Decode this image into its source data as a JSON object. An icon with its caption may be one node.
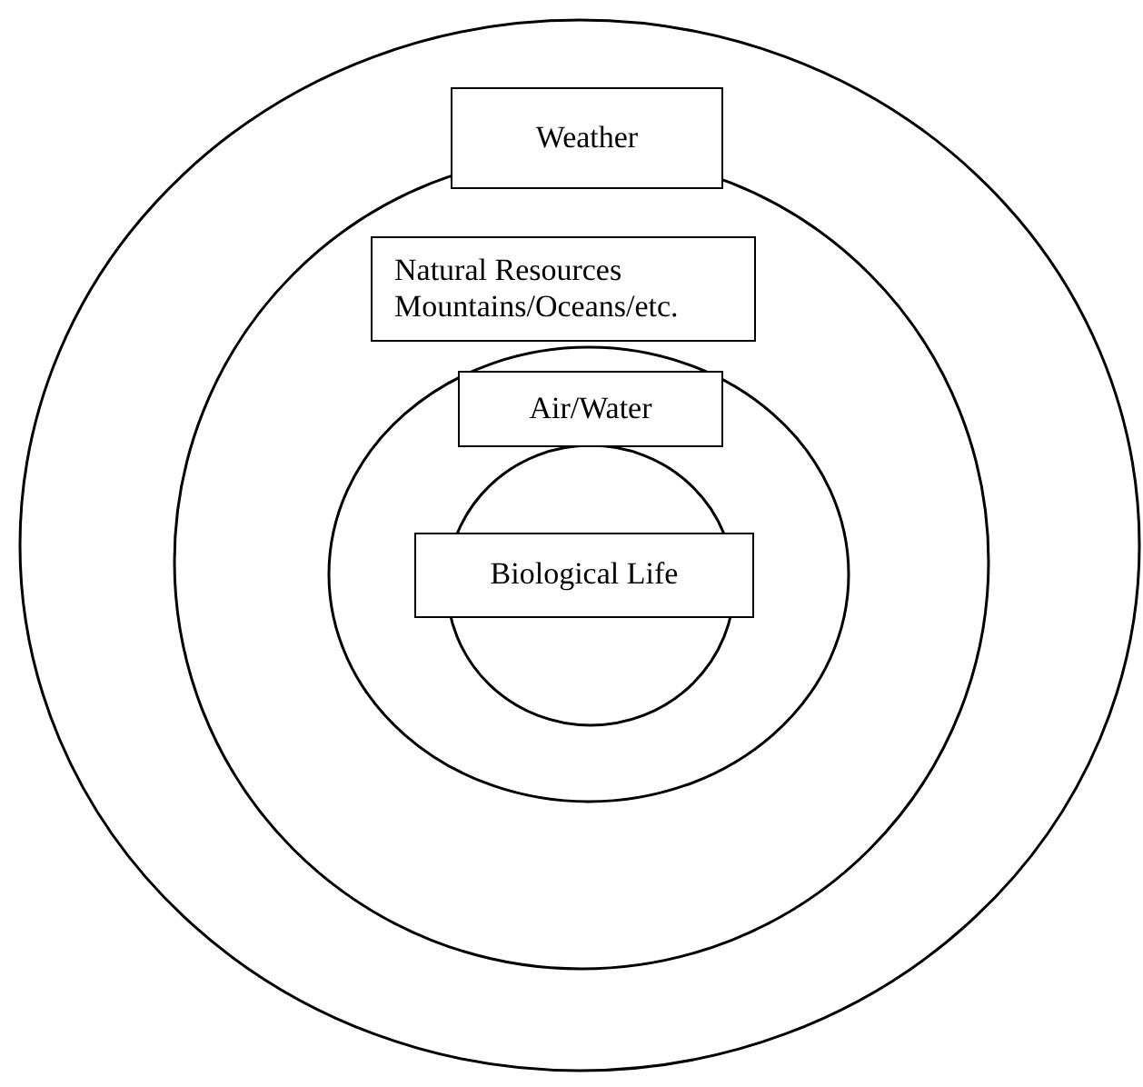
{
  "diagram": {
    "nodes": [
      {
        "text": [
          "Weather"
        ]
      },
      {
        "text": [
          "Natural Resources",
          "Mountains/Oceans/etc."
        ],
        "in": 0
      },
      {
        "text": [
          "Air/Water"
        ],
        "in": 1
      },
      {
        "text": [
          "Biological Life"
        ],
        "in": 2
      }
    ]
  }
}
